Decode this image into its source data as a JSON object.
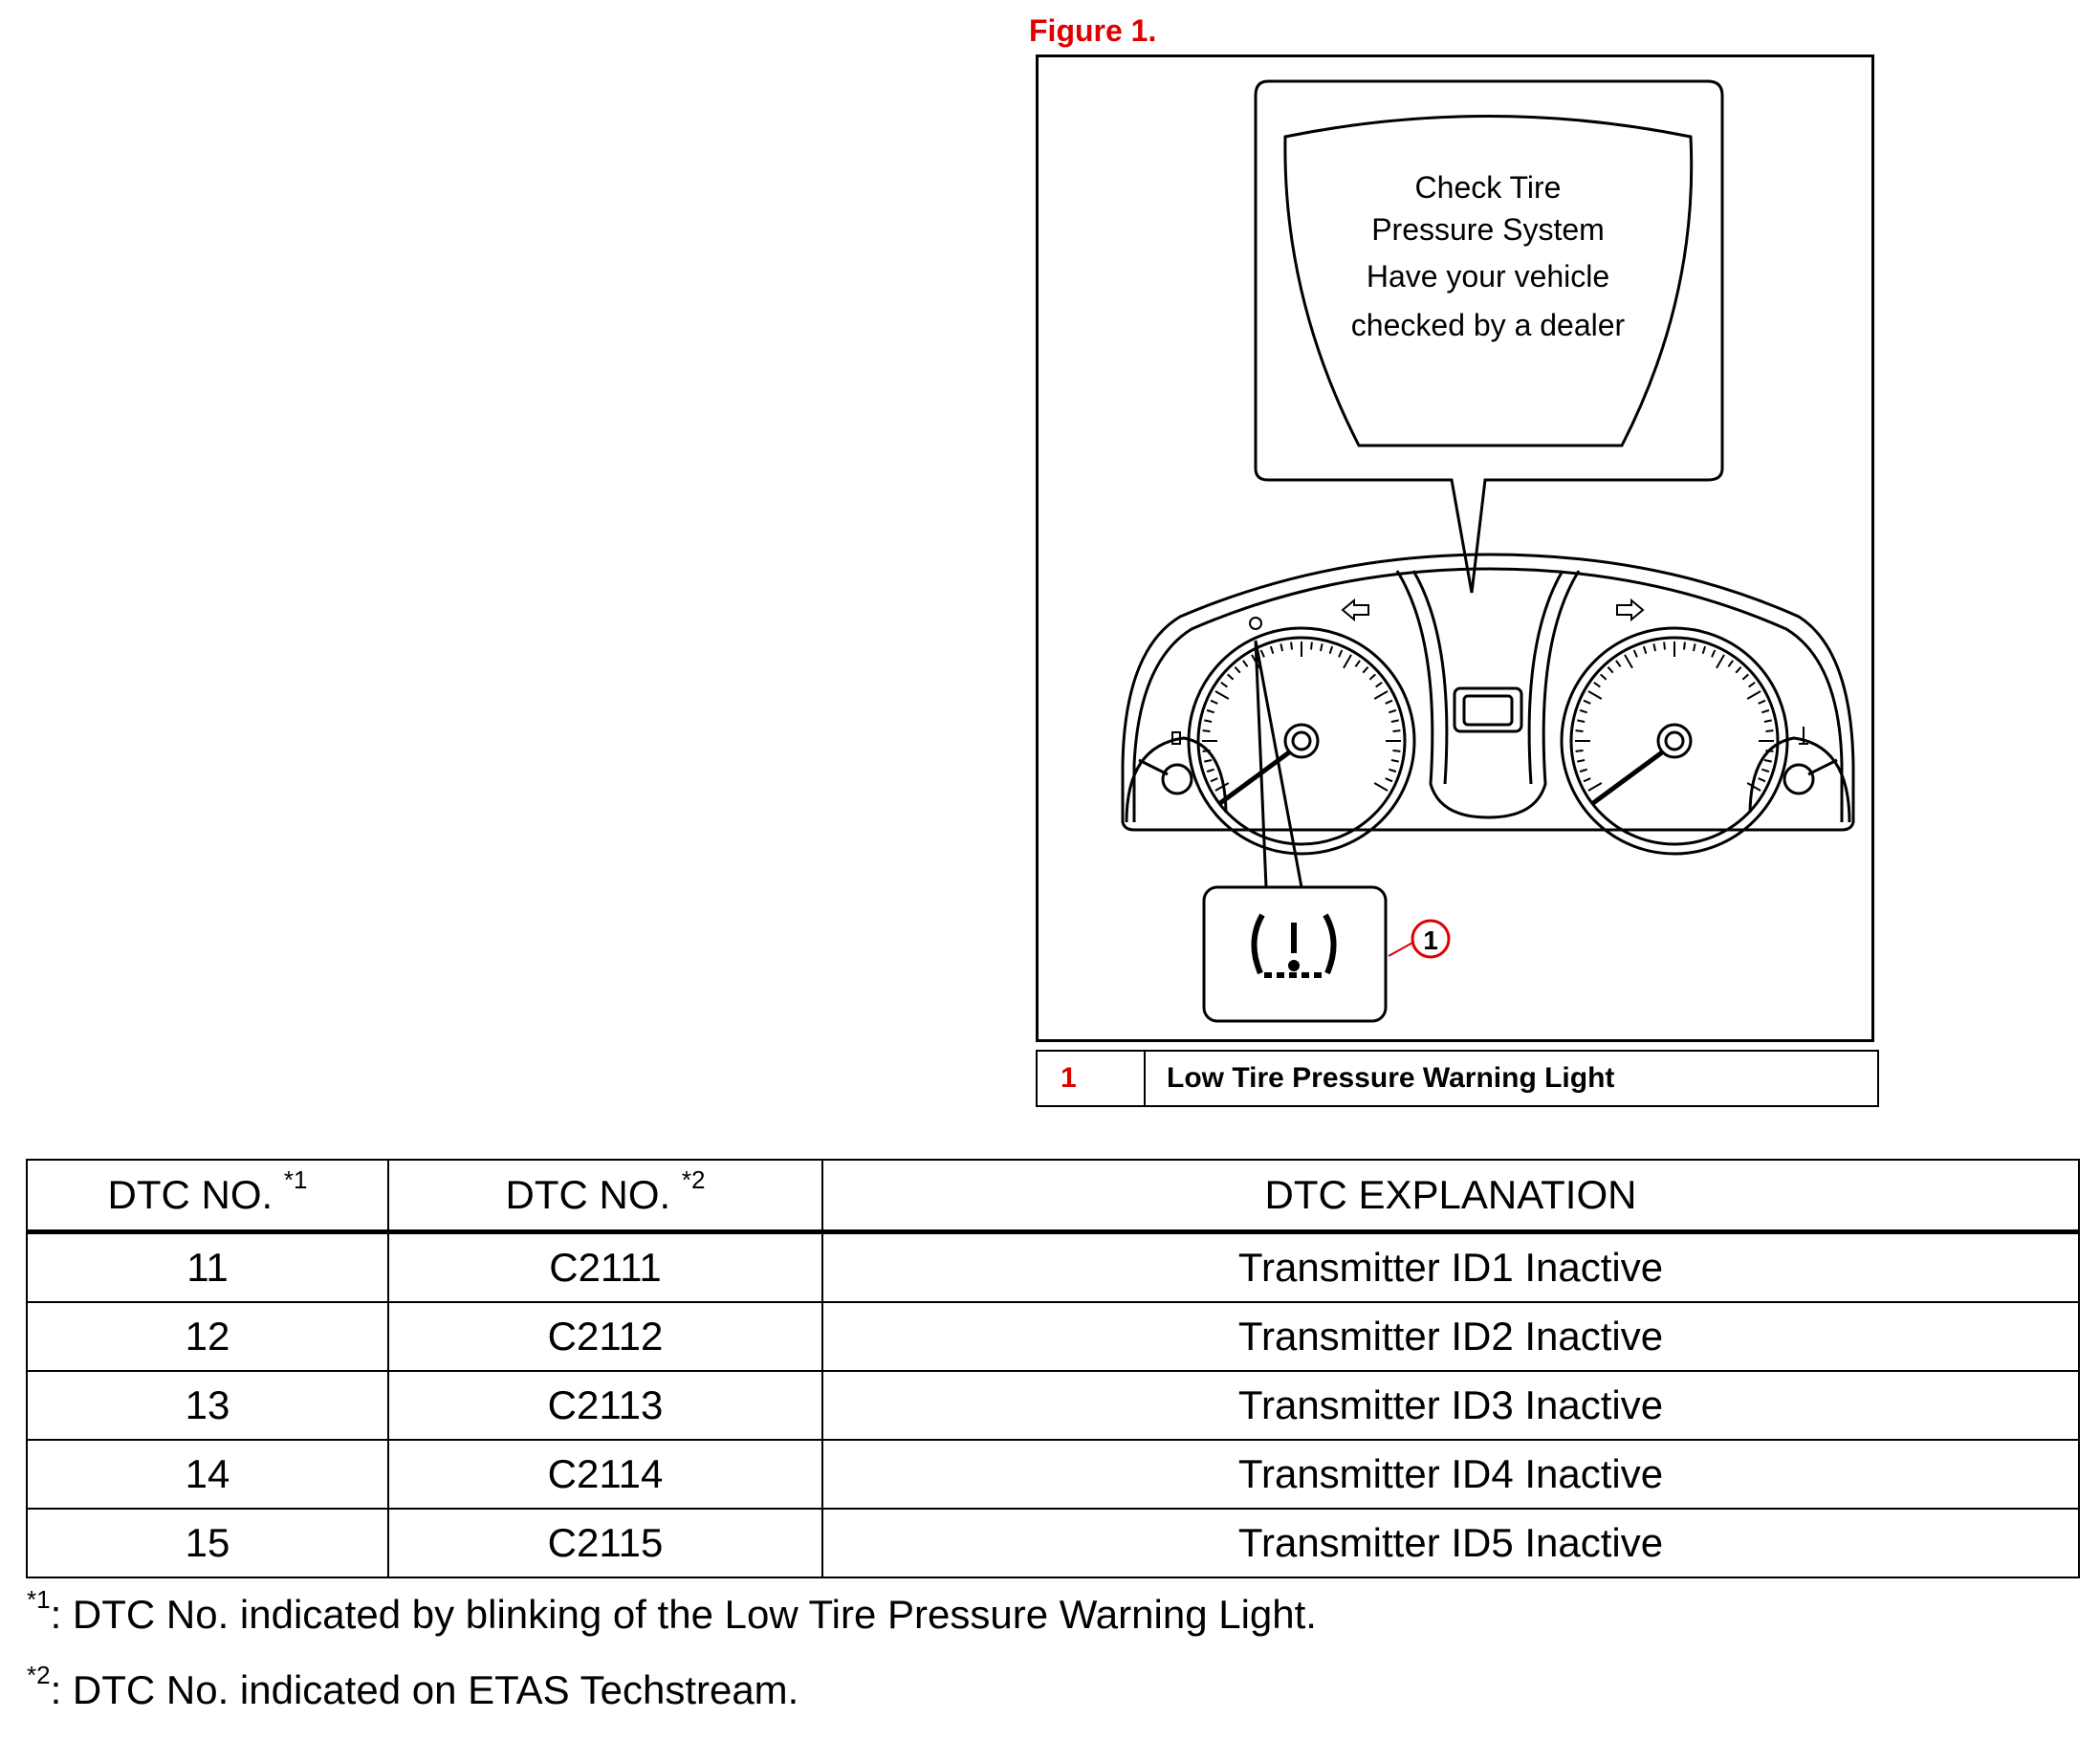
{
  "figure": {
    "caption": "Figure 1.",
    "display_message": [
      "Check Tire",
      "Pressure System",
      "Have your vehicle",
      "checked by a dealer"
    ],
    "callout_number": "1",
    "legend": [
      {
        "num": "1",
        "text": "Low Tire Pressure Warning Light"
      }
    ],
    "colors": {
      "accent_red": "#e00000"
    },
    "icons": [
      "tire-pressure-warning-icon",
      "left-turn-arrow-icon",
      "right-turn-arrow-icon",
      "fuel-icon",
      "temperature-icon",
      "eco-icon"
    ]
  },
  "table": {
    "headers": [
      {
        "text": "DTC NO. ",
        "sup": "*1"
      },
      {
        "text": "DTC NO. ",
        "sup": "*2"
      },
      {
        "text": "DTC EXPLANATION",
        "sup": ""
      }
    ],
    "rows": [
      [
        "11",
        "C2111",
        "Transmitter ID1 Inactive"
      ],
      [
        "12",
        "C2112",
        "Transmitter ID2 Inactive"
      ],
      [
        "13",
        "C2113",
        "Transmitter ID3 Inactive"
      ],
      [
        "14",
        "C2114",
        "Transmitter ID4 Inactive"
      ],
      [
        "15",
        "C2115",
        "Transmitter ID5 Inactive"
      ]
    ]
  },
  "notes": [
    {
      "sup": "*1",
      "text": ": DTC No. indicated by blinking of the Low Tire Pressure Warning Light."
    },
    {
      "sup": "*2",
      "text": ": DTC No. indicated on ETAS Techstream."
    }
  ]
}
